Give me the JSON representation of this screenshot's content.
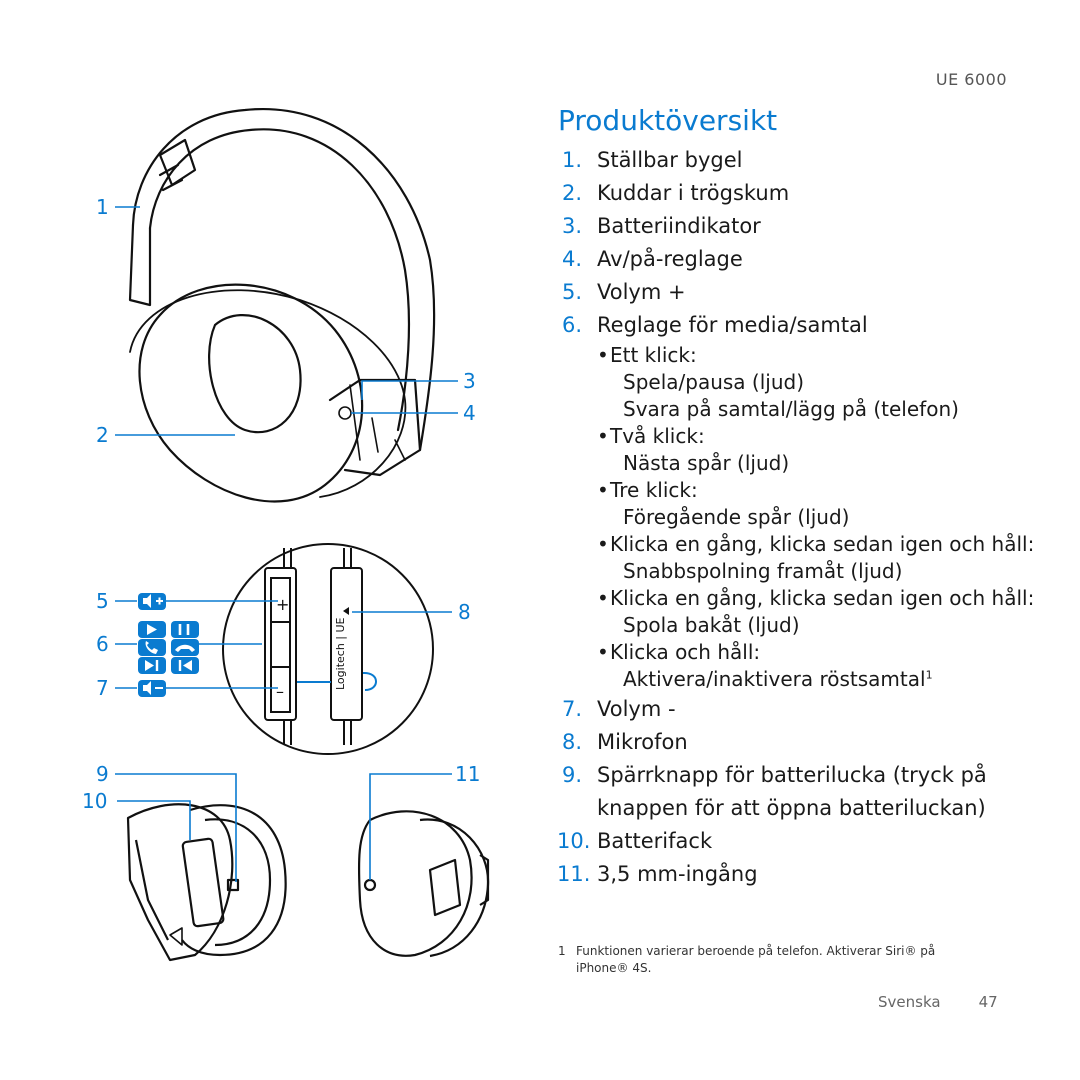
{
  "header": {
    "model": "UE 6000",
    "title": "Produktöversikt"
  },
  "items": [
    {
      "num": "1.",
      "label": "Ställbar bygel"
    },
    {
      "num": "2.",
      "label": "Kuddar i trögskum"
    },
    {
      "num": "3.",
      "label": "Batteriindikator"
    },
    {
      "num": "4.",
      "label": "Av/på-reglage"
    },
    {
      "num": "5.",
      "label": "Volym +"
    },
    {
      "num": "6.",
      "label": "Reglage för media/samtal",
      "sub": [
        {
          "label": "Ett klick:",
          "desc": [
            "Spela/pausa (ljud)",
            "Svara på samtal/lägg på (telefon)"
          ]
        },
        {
          "label": "Två klick:",
          "desc": [
            "Nästa spår (ljud)"
          ]
        },
        {
          "label": "Tre klick:",
          "desc": [
            "Föregående spår (ljud)"
          ]
        },
        {
          "label": "Klicka en gång, klicka sedan igen och håll:",
          "desc": [
            "Snabbspolning framåt (ljud)"
          ]
        },
        {
          "label": "Klicka en gång, klicka sedan igen och håll:",
          "desc": [
            "Spola bakåt (ljud)"
          ]
        },
        {
          "label": "Klicka och håll:",
          "desc": [
            "Aktivera/inaktivera röstsamtal"
          ],
          "footnote_ref": "1"
        }
      ]
    },
    {
      "num": "7.",
      "label": "Volym -"
    },
    {
      "num": "8.",
      "label": "Mikrofon"
    },
    {
      "num": "9.",
      "label": "Spärrknapp för batterilucka (tryck på knappen för att öppna batteriluckan)"
    },
    {
      "num": "10.",
      "label": "Batterifack"
    },
    {
      "num": "11.",
      "label": "3,5 mm-ingång"
    }
  ],
  "footnote": {
    "num": "1",
    "text": "Funktionen varierar beroende på telefon. Aktiverar Siri® på iPhone® 4S."
  },
  "footer": {
    "language": "Svenska",
    "page": "47"
  },
  "callouts": {
    "c1": "1",
    "c2": "2",
    "c3": "3",
    "c4": "4",
    "c5": "5",
    "c6": "6",
    "c7": "7",
    "c8": "8",
    "c9": "9",
    "c10": "10",
    "c11": "11"
  },
  "remote": {
    "plus": "+",
    "minus": "–",
    "brand": "Logitech | UE"
  },
  "colors": {
    "accent": "#0a7bd0",
    "text": "#1a1a1a",
    "line": "#111111"
  }
}
